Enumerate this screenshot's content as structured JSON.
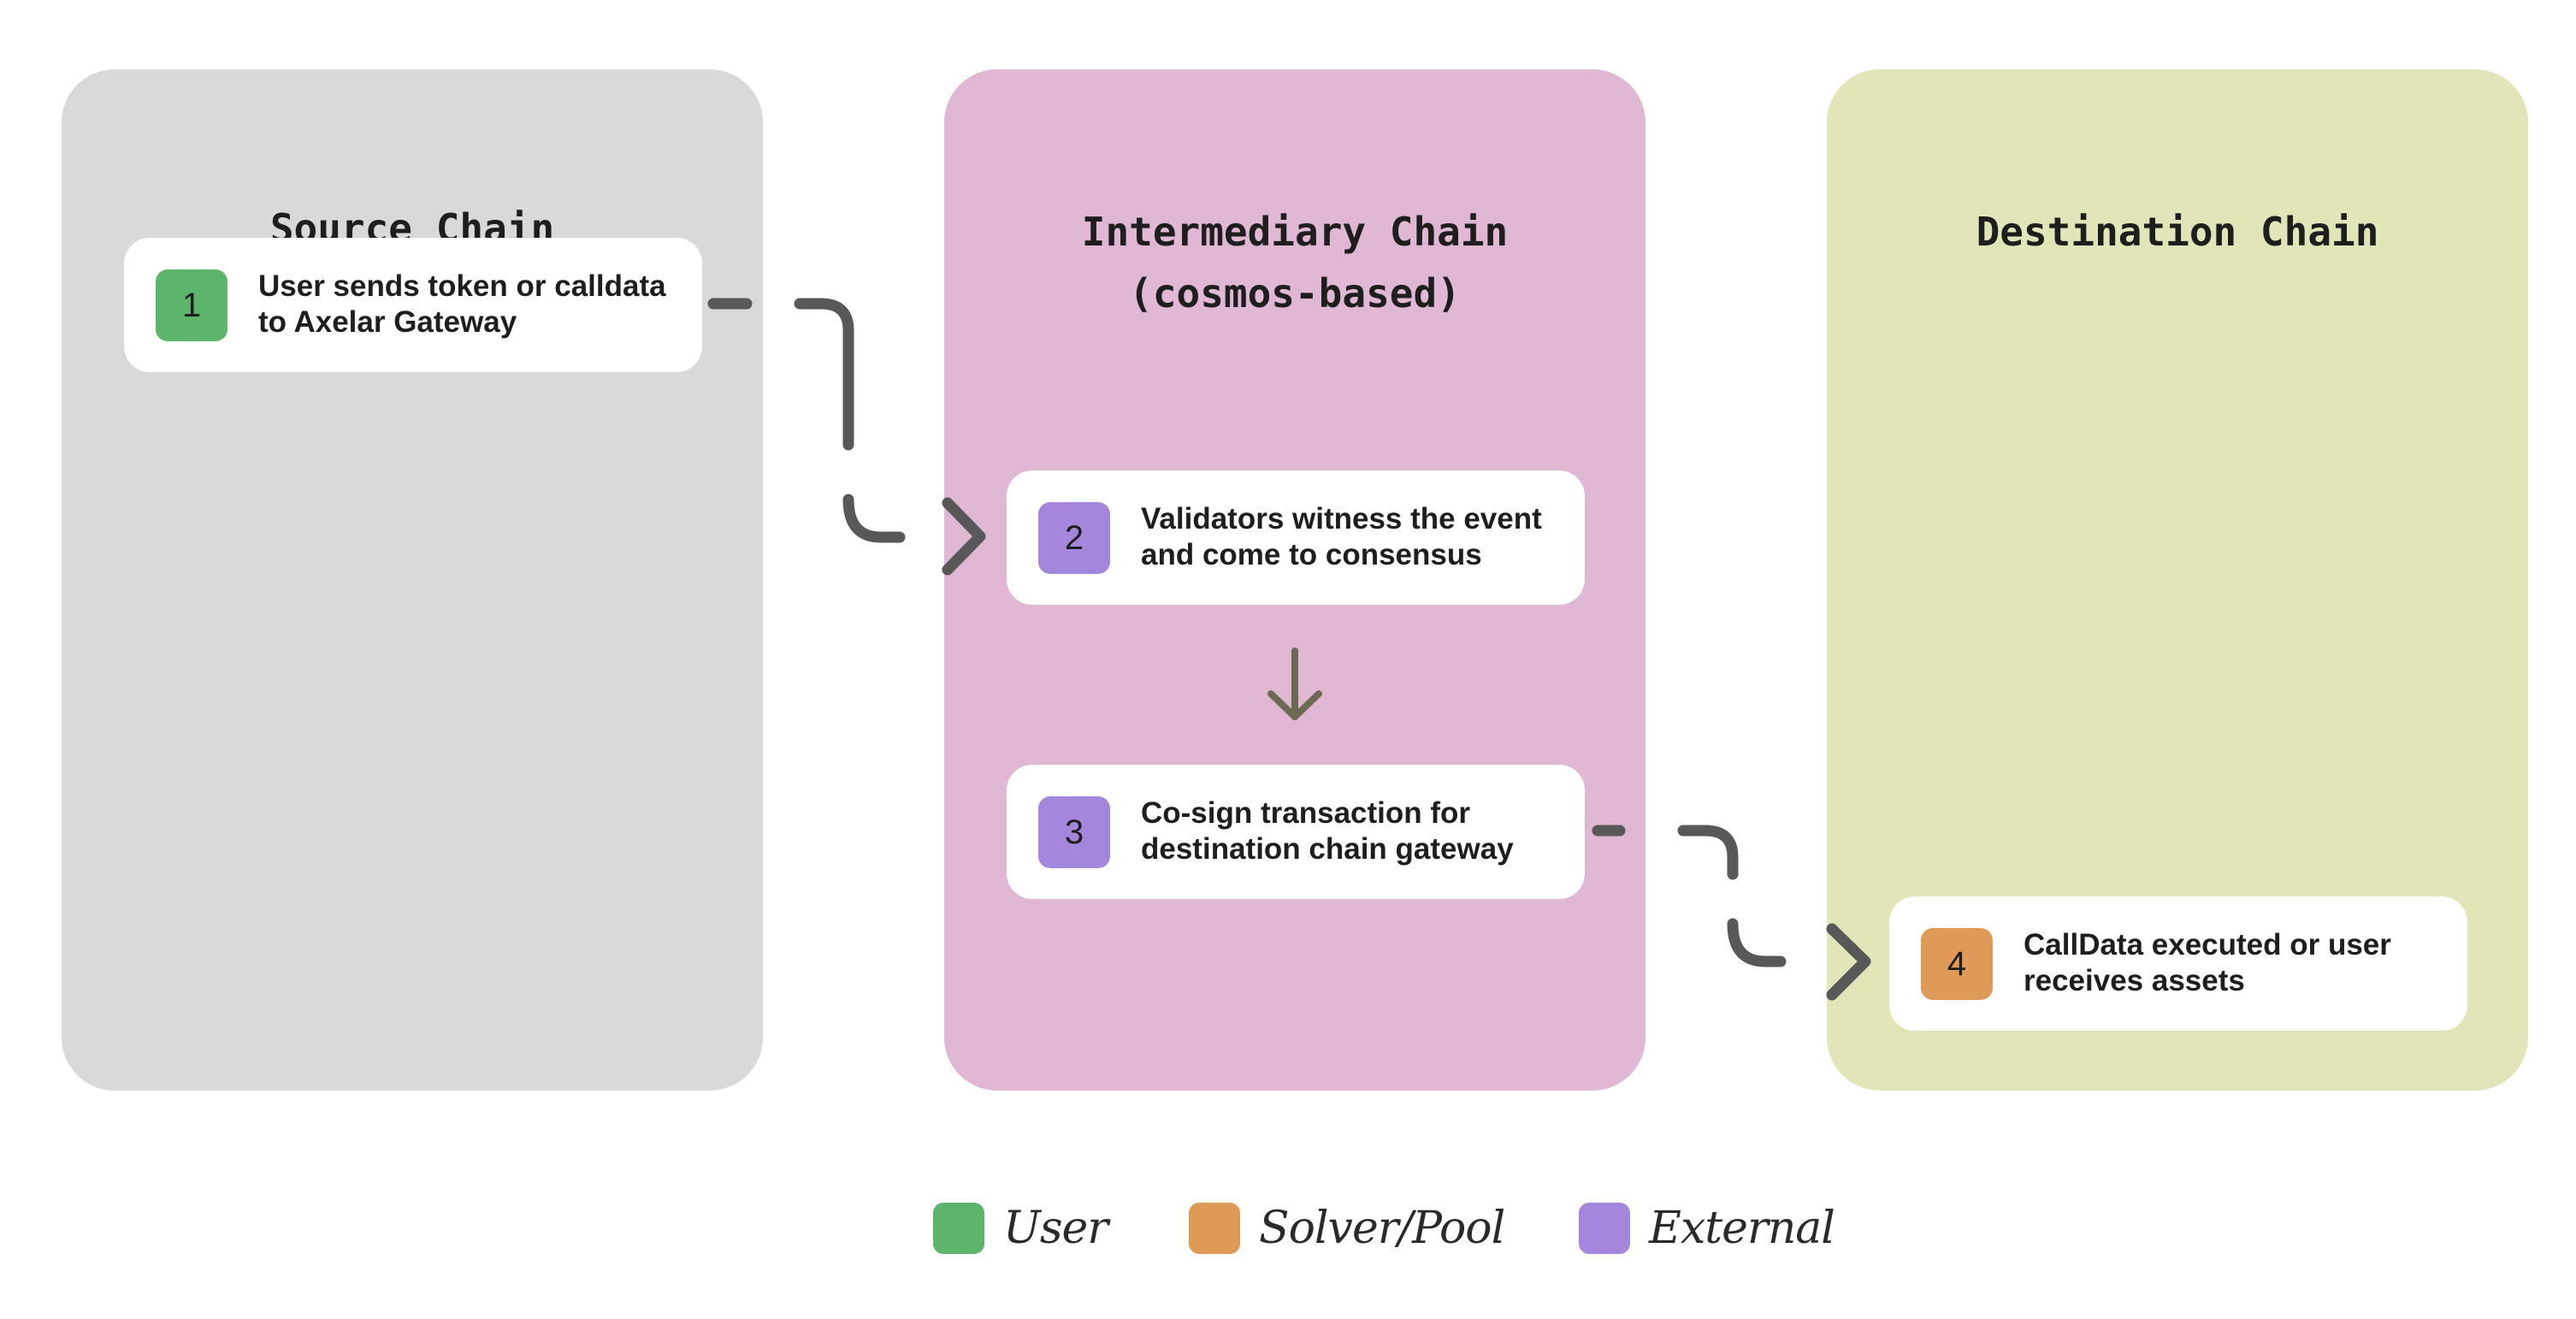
{
  "panels": {
    "source": {
      "title": "Source Chain",
      "color": "#d9d9d9"
    },
    "intermediary": {
      "title": "Intermediary Chain\n(cosmos-based)",
      "color": "#e0b8d4"
    },
    "destination": {
      "title": "Destination Chain",
      "color": "#e2e5b8"
    }
  },
  "steps": [
    {
      "number": "1",
      "text": "User sends token or calldata to Axelar Gateway",
      "actor": "User"
    },
    {
      "number": "2",
      "text": "Validators witness the event and come to consensus",
      "actor": "External"
    },
    {
      "number": "3",
      "text": "Co-sign transaction for destination chain gateway",
      "actor": "External"
    },
    {
      "number": "4",
      "text": "CallData executed or user receives assets",
      "actor": "Solver/Pool"
    }
  ],
  "legend": [
    {
      "label": "User",
      "color": "#5cb56a"
    },
    {
      "label": "Solver/Pool",
      "color": "#df9a58"
    },
    {
      "label": "External",
      "color": "#a487dd"
    }
  ],
  "connector_color": "#585858",
  "arrow_color": "#6b6b54"
}
